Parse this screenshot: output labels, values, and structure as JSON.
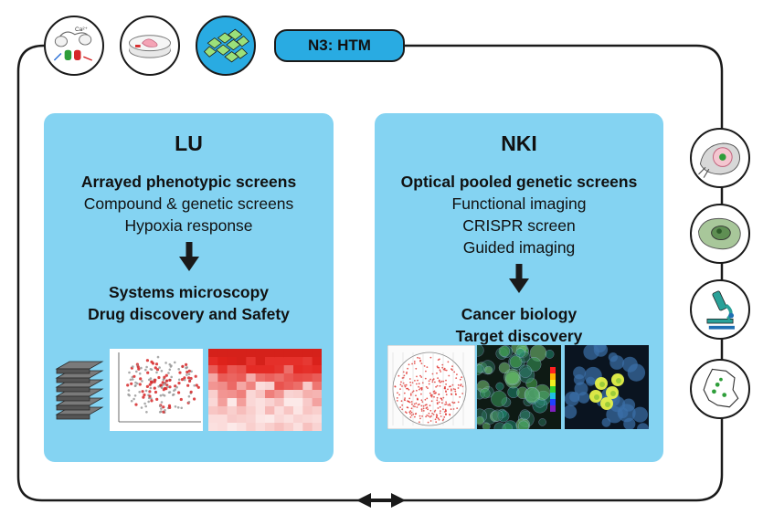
{
  "header": {
    "node_label": "N3: HTM"
  },
  "panels": {
    "lu": {
      "title": "LU",
      "lines": [
        "Arrayed phenotypic screens",
        "Compound & genetic screens",
        "Hypoxia response"
      ],
      "outputs": [
        "Systems microscopy",
        "Drug discovery and Safety"
      ]
    },
    "nki": {
      "title": "NKI",
      "lines": [
        "Optical pooled genetic screens",
        "Functional imaging",
        "CRISPR screen",
        "Guided imaging"
      ],
      "outputs": [
        "Cancer biology",
        "Target discovery"
      ]
    }
  },
  "colors": {
    "panel_fill": "#84d3f2",
    "pill_fill": "#29abe2",
    "outline": "#1a1a1a",
    "heatmap": "#d7261f",
    "scatter_red": "#d62728"
  },
  "icons": {
    "top": [
      "cell-signaling-icon",
      "petri-dish-icon",
      "well-plate-icon"
    ],
    "right": [
      "cell-section-icon",
      "cell-nucleus-icon",
      "microscope-icon",
      "netherlands-map-icon"
    ]
  }
}
